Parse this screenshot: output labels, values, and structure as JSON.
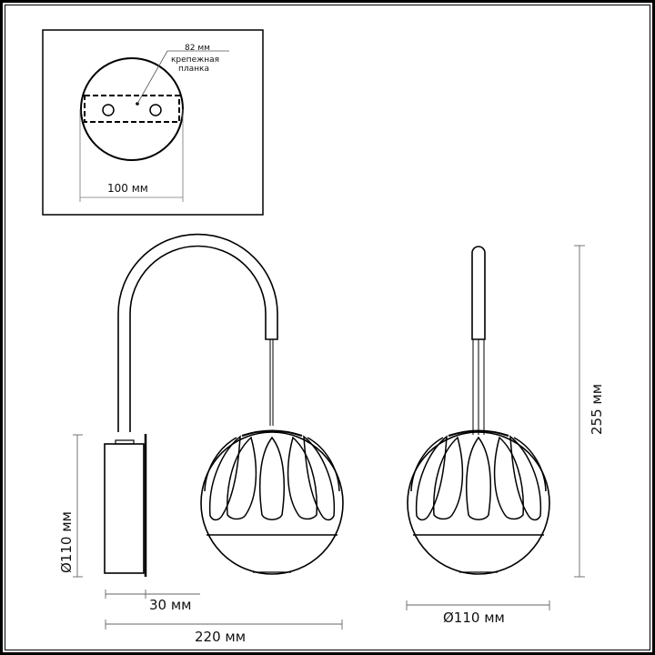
{
  "drawing": {
    "title": "Wall lamp dimension drawing",
    "line_color": "#000000",
    "dim_line_color": "#555555",
    "background": "#ffffff"
  },
  "mount_detail": {
    "plate_width_label": "82 мм",
    "plate_name_line1": "крепежная",
    "plate_name_line2": "планка",
    "base_diameter_label": "100 мм"
  },
  "side_view": {
    "shade_diameter_label": "Ø110 мм",
    "base_depth_label": "30 мм",
    "total_reach_label": "220 мм"
  },
  "front_view": {
    "height_label": "255 мм",
    "shade_diameter_label": "Ø110 мм"
  }
}
